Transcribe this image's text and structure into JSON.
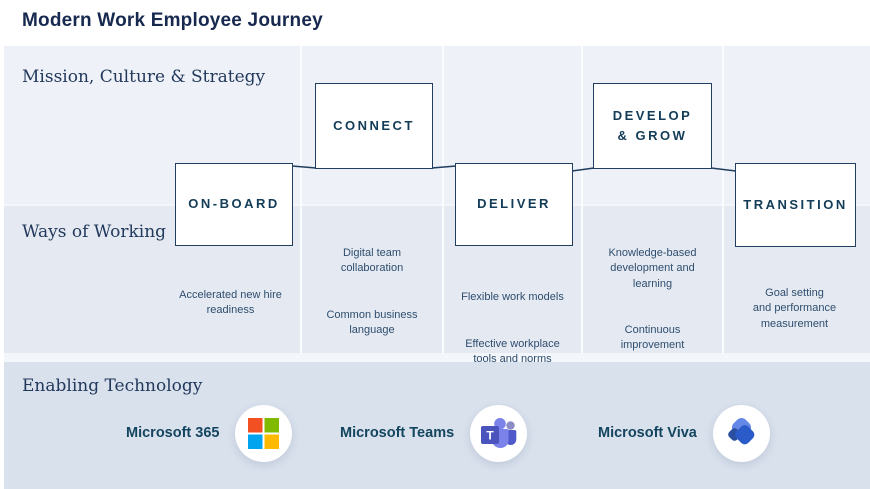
{
  "header": {
    "title": "Modern Work Employee Journey"
  },
  "row_labels": {
    "strategy": "Mission, Culture & Strategy",
    "ways": "Ways of Working",
    "technology": "Enabling Technology"
  },
  "stages": [
    {
      "label": "ON-BOARD",
      "descriptions": [
        "Accelerated new hire\nreadiness"
      ]
    },
    {
      "label": "CONNECT",
      "descriptions": [
        "Digital team\ncollaboration",
        "Common business\nlanguage"
      ]
    },
    {
      "label": "DELIVER",
      "descriptions": [
        "Flexible work models",
        "Effective workplace\ntools and norms"
      ]
    },
    {
      "label": "DEVELOP\n& GROW",
      "descriptions": [
        "Knowledge-based\ndevelopment and\nlearning",
        "Continuous\nimprovement"
      ]
    },
    {
      "label": "TRANSITION",
      "descriptions": [
        "Goal setting\nand performance\nmeasurement"
      ]
    }
  ],
  "technologies": [
    {
      "label": "Microsoft 365",
      "icon": "microsoft-365-icon"
    },
    {
      "label": "Microsoft Teams",
      "icon": "microsoft-teams-icon"
    },
    {
      "label": "Microsoft Viva",
      "icon": "microsoft-viva-icon"
    }
  ],
  "colors": {
    "band_strategy": "#eef1f7",
    "band_ways": "#e5eaf2",
    "band_technology": "#d9e1ed",
    "box_border_navy": "#213e5f",
    "stage_text_navy": "#123c57",
    "title_navy": "#17294f",
    "description_text": "#2e4d6e",
    "ms_red": "#f25022",
    "ms_green": "#7fba00",
    "ms_blue": "#00a4ef",
    "ms_yellow": "#ffb900",
    "teams_purple": "#4b53bc",
    "viva_blue": "#2b5bc8"
  }
}
